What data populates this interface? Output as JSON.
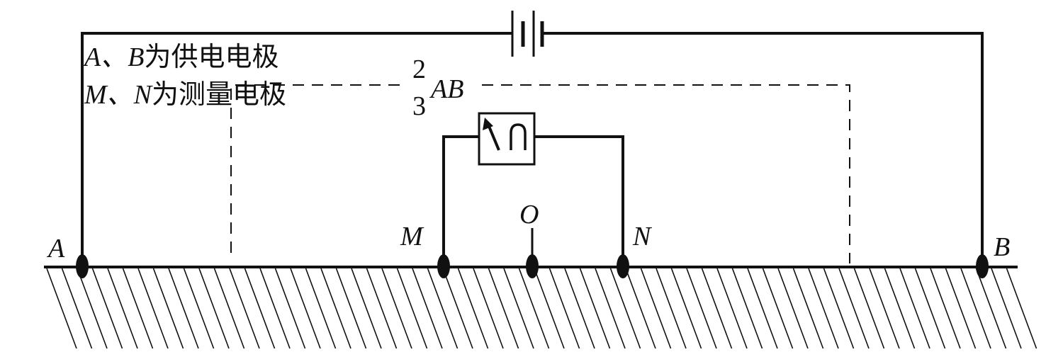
{
  "legend": {
    "line1_letters": "A、B",
    "line1_text": "为供电电极",
    "line2_letters": "M、N",
    "line2_text": "为测量电极"
  },
  "spacing_note": {
    "numerator": "2",
    "denominator": "3",
    "suffix": "AB"
  },
  "electrodes": {
    "a": "A",
    "b": "B",
    "m": "M",
    "n": "N",
    "o": "O"
  },
  "colors": {
    "ink": "#111111",
    "background": "#ffffff"
  },
  "icons": {
    "battery": "battery-symbol",
    "meter": "galvanometer-icon"
  }
}
